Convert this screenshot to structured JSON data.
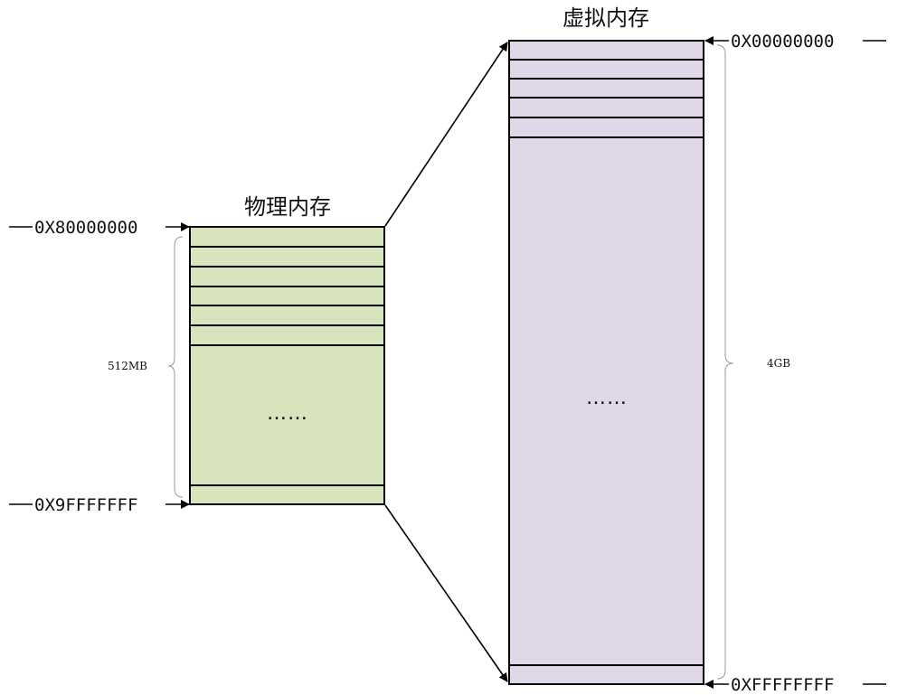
{
  "physical": {
    "title": "物理内存",
    "start_address": "0X80000000",
    "end_address": "0X9FFFFFFF",
    "size": "512MB",
    "ellipsis": "……",
    "fill_color": "#d8e4bc"
  },
  "virtual": {
    "title": "虚拟内存",
    "start_address": "0X00000000",
    "end_address": "0XFFFFFFFF",
    "size": "4GB",
    "ellipsis": "……",
    "fill_color": "#e0d7e8"
  }
}
